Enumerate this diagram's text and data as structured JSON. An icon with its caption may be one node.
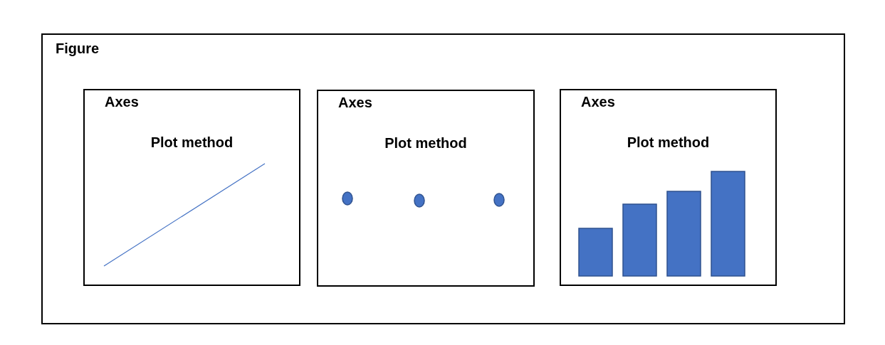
{
  "diagram": {
    "nodes": [
      {
        "text": [
          "Figure"
        ]
      },
      {
        "text": [
          "Axes",
          "Plot method"
        ],
        "in": 0
      },
      {
        "text": [
          "Axes",
          "Plot method"
        ],
        "in": 0
      },
      {
        "text": [
          "Axes",
          "Plot method"
        ],
        "in": 0
      }
    ],
    "edges": []
  }
}
